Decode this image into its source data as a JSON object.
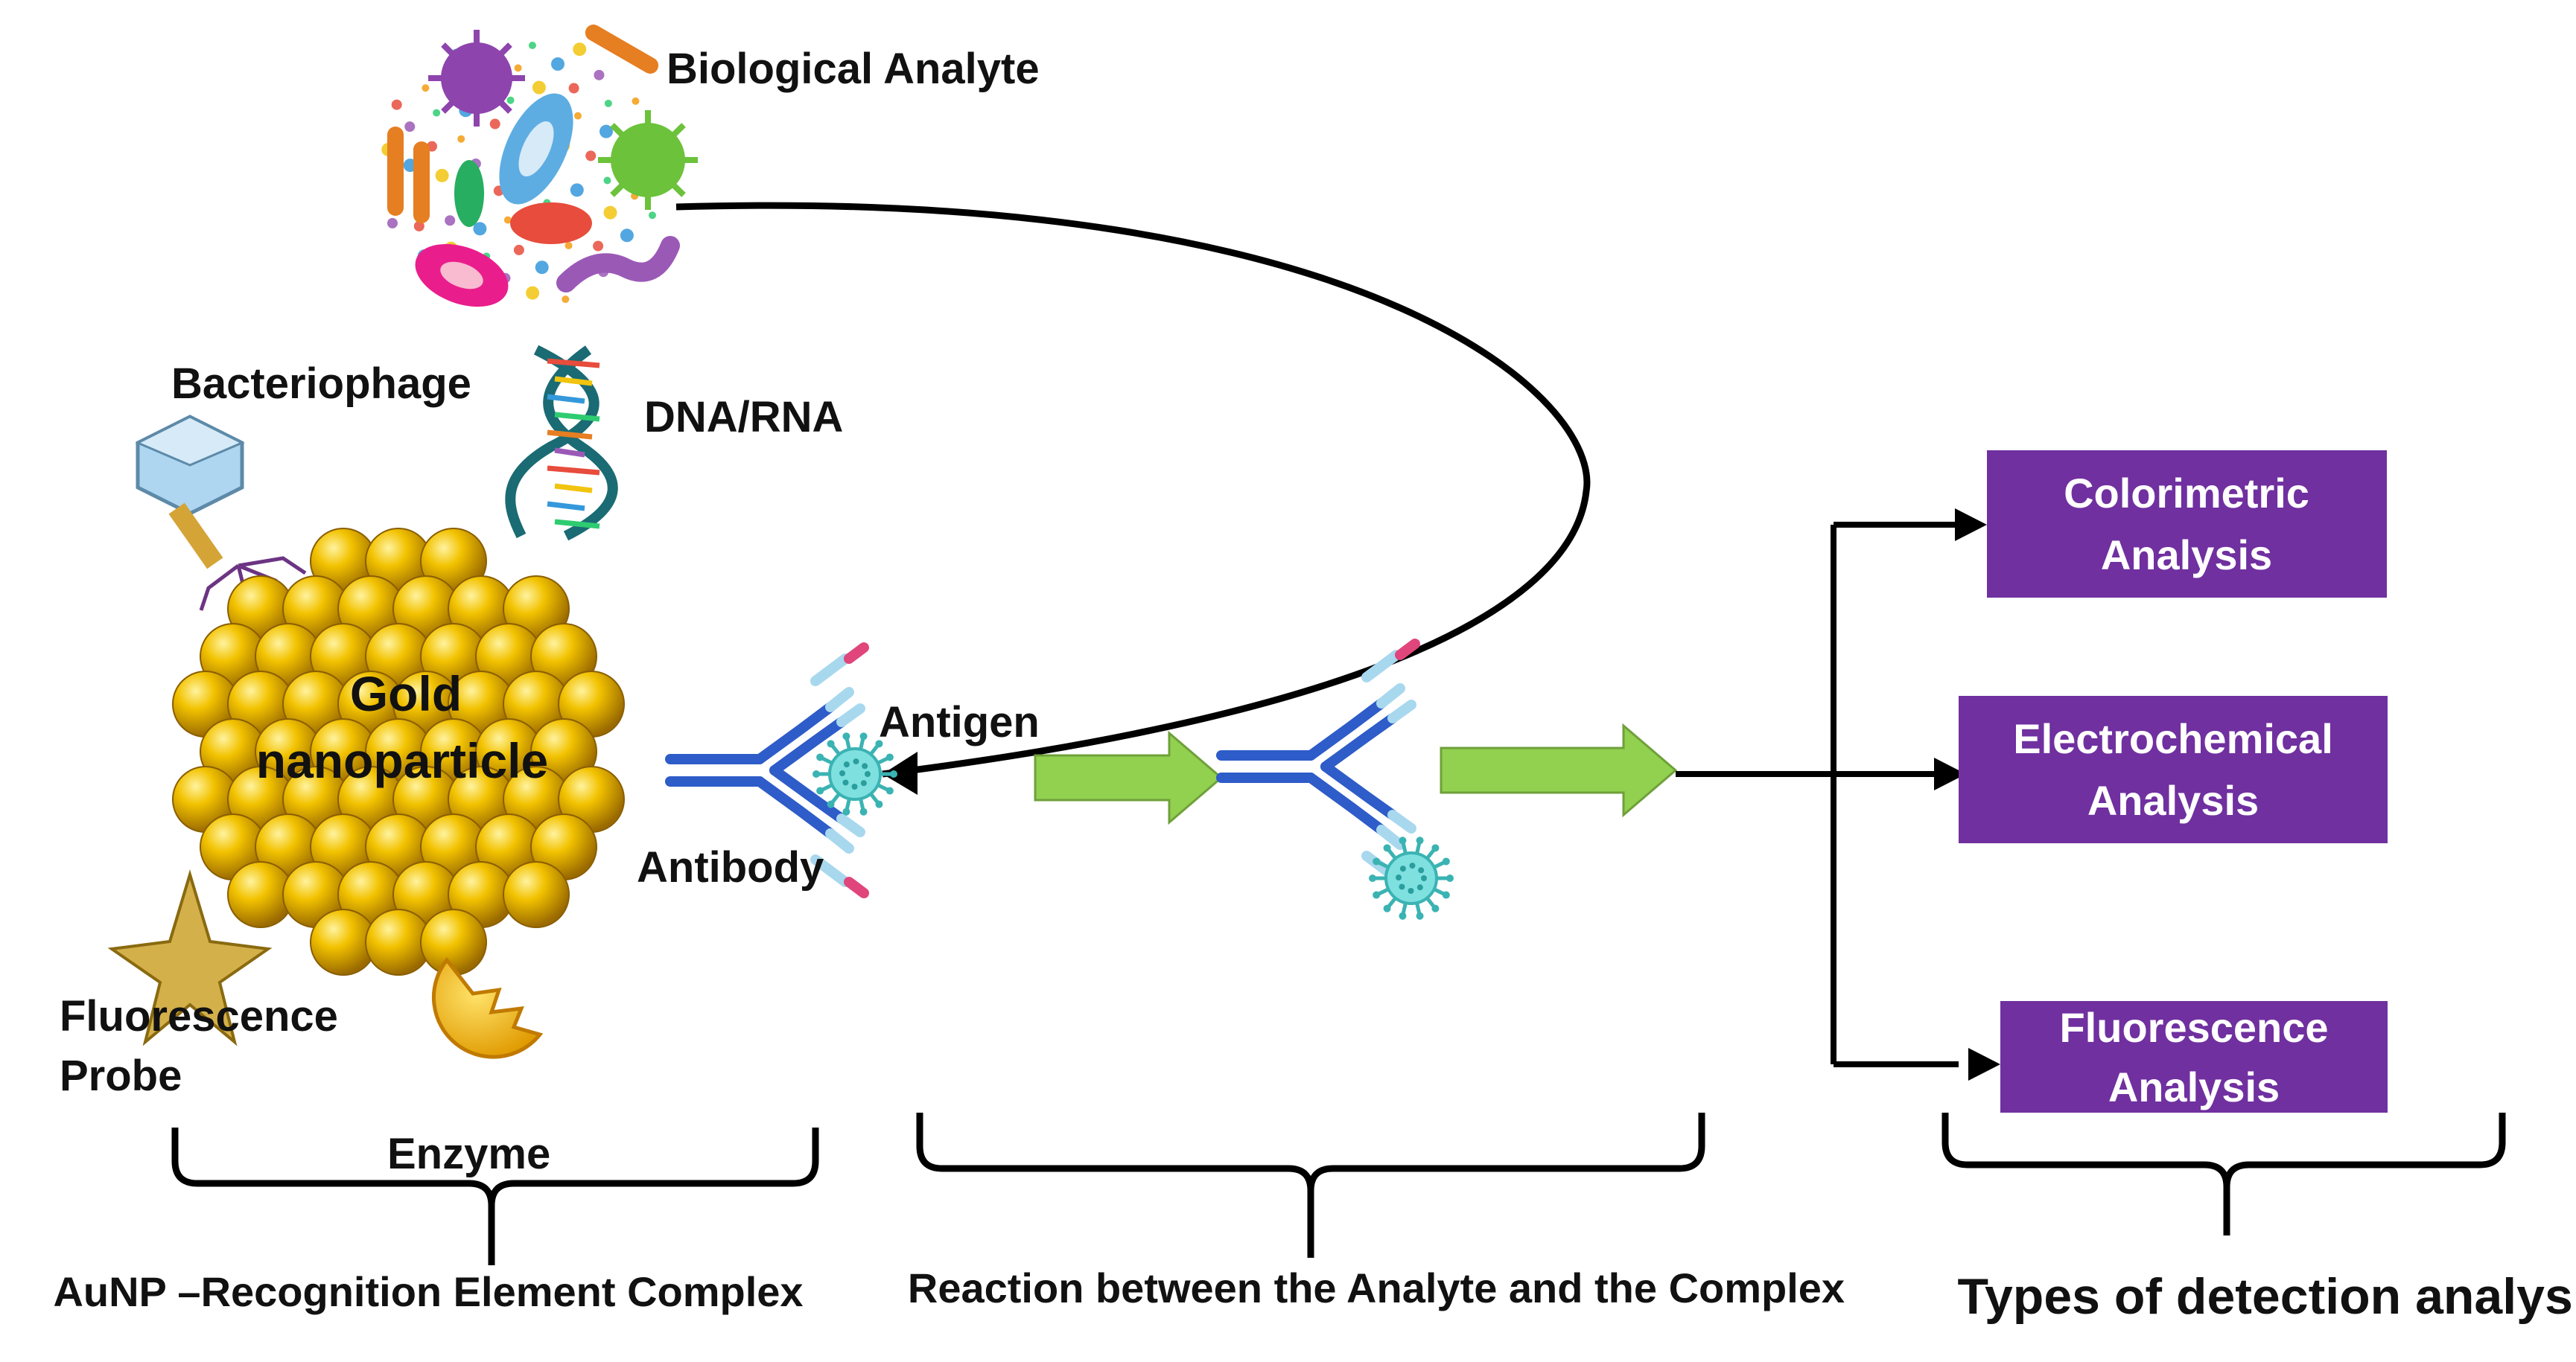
{
  "labels": {
    "biological_analyte": "Biological Analyte",
    "bacteriophage": "Bacteriophage",
    "dna_rna": "DNA/RNA",
    "gold_line1": "Gold",
    "gold_line2": "nanoparticle",
    "antigen": "Antigen",
    "antibody": "Antibody",
    "fluorescence_probe_line1": "Fluorescence",
    "fluorescence_probe_line2": "Probe",
    "enzyme": "Enzyme"
  },
  "analysis_boxes": [
    {
      "line1": "Colorimetric",
      "line2": "Analysis"
    },
    {
      "line1": "Electrochemical",
      "line2": "Analysis"
    },
    {
      "line1": "Fluorescence",
      "line2": "Analysis"
    }
  ],
  "sections": {
    "left": "AuNP –Recognition Element Complex",
    "middle": "Reaction between the Analyte and the Complex",
    "right": "Types of detection analysis"
  },
  "colors": {
    "box_fill": "#7030A0",
    "arrow_green": "#92D050",
    "gold": "#E8B100",
    "antibody_blue": "#2E5CC8",
    "antibody_light": "#A8D8EE",
    "antibody_pink": "#E0457B",
    "antigen_cyan": "#5ED1D1"
  }
}
